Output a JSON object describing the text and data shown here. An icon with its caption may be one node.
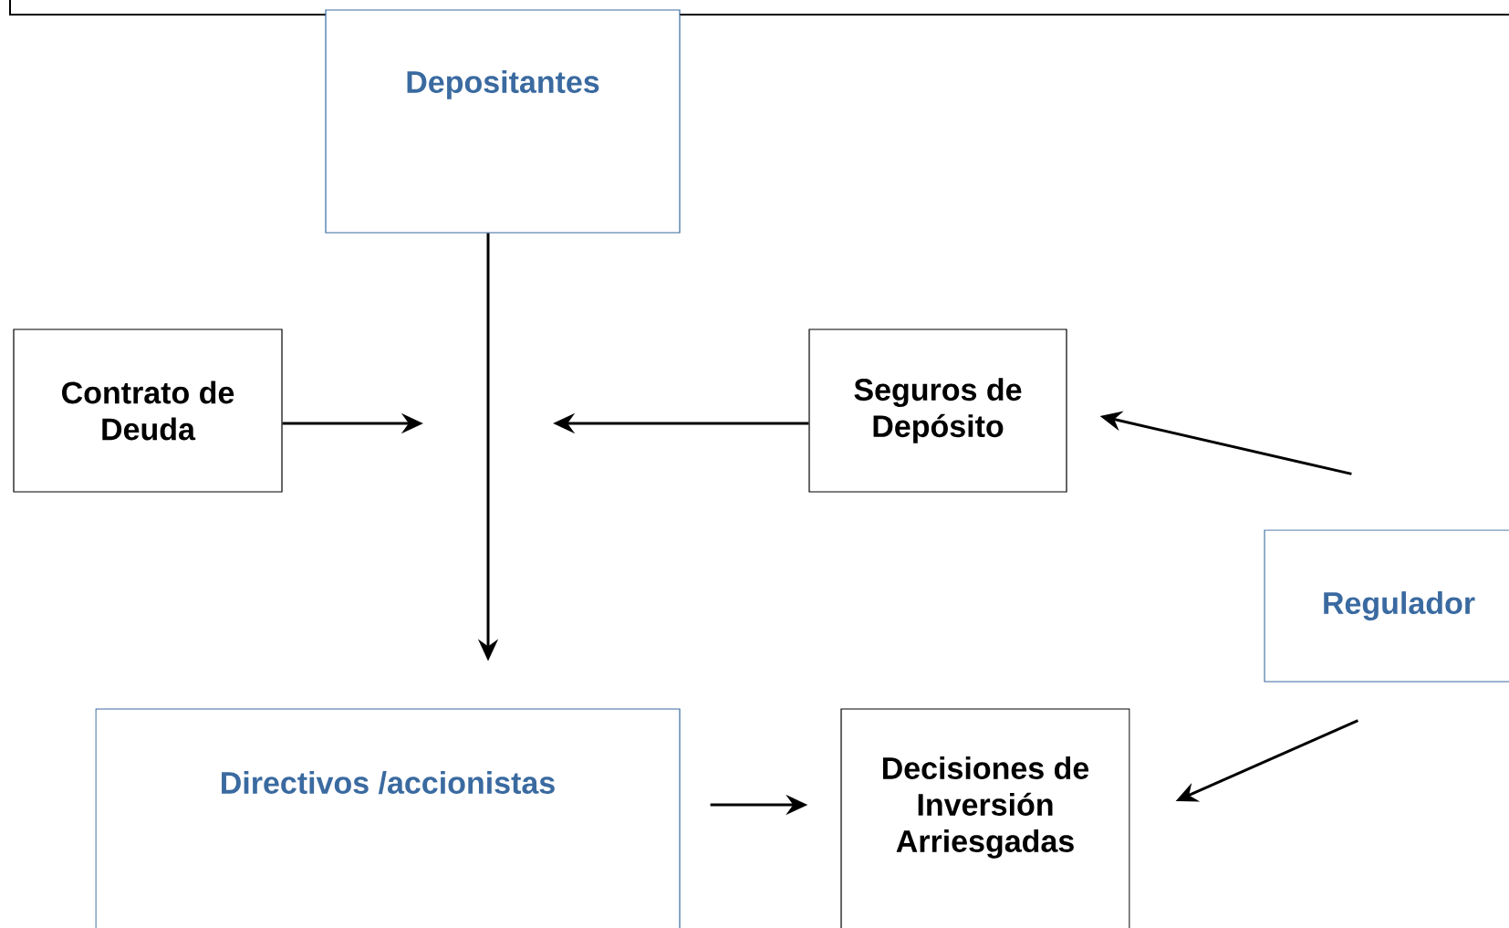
{
  "diagram": {
    "nodes": [
      {
        "text": [
          "Depositantes"
        ]
      },
      {
        "text": [
          "Contrato de Deuda"
        ]
      },
      {
        "text": [
          "Seguros de Depósito"
        ]
      },
      {
        "text": [
          "Regulador"
        ]
      },
      {
        "text": [
          "Directivos /accionistas"
        ]
      },
      {
        "text": [
          "Decisiones de Inversión Arriesgadas"
        ]
      }
    ],
    "edges": [
      {
        "from": 0,
        "to": 4,
        "arrow": "to"
      },
      {
        "from": 1,
        "to": null,
        "arrow": "to"
      },
      {
        "from": 2,
        "to": null,
        "arrow": "to"
      },
      {
        "from": 3,
        "to": 2,
        "arrow": "to"
      },
      {
        "from": 3,
        "to": 5,
        "arrow": "to"
      },
      {
        "from": 4,
        "to": 5,
        "arrow": "to"
      }
    ]
  }
}
